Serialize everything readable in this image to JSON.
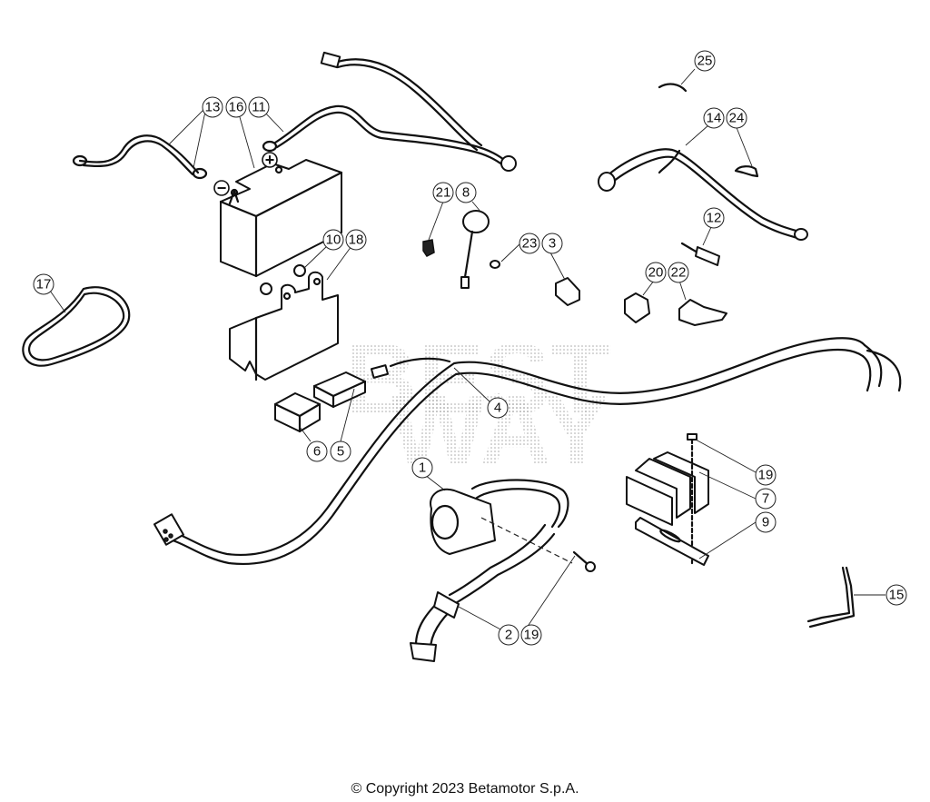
{
  "diagram": {
    "title": "Electrical system exploded view",
    "watermark": [
      "BEST",
      "WAY"
    ],
    "battery_signs": {
      "positive": "+",
      "negative": "−"
    },
    "callouts": [
      {
        "id": "c1",
        "label": "1"
      },
      {
        "id": "c2",
        "label": "2"
      },
      {
        "id": "c3",
        "label": "3"
      },
      {
        "id": "c4",
        "label": "4"
      },
      {
        "id": "c5",
        "label": "5"
      },
      {
        "id": "c6",
        "label": "6"
      },
      {
        "id": "c7",
        "label": "7"
      },
      {
        "id": "c8",
        "label": "8"
      },
      {
        "id": "c9",
        "label": "9"
      },
      {
        "id": "c10",
        "label": "10"
      },
      {
        "id": "c11",
        "label": "11"
      },
      {
        "id": "c12",
        "label": "12"
      },
      {
        "id": "c13",
        "label": "13"
      },
      {
        "id": "c14",
        "label": "14"
      },
      {
        "id": "c15",
        "label": "15"
      },
      {
        "id": "c16",
        "label": "16"
      },
      {
        "id": "c17",
        "label": "17"
      },
      {
        "id": "c18",
        "label": "18"
      },
      {
        "id": "c19a",
        "label": "19"
      },
      {
        "id": "c19b",
        "label": "19"
      },
      {
        "id": "c20",
        "label": "20"
      },
      {
        "id": "c21",
        "label": "21"
      },
      {
        "id": "c22",
        "label": "22"
      },
      {
        "id": "c23",
        "label": "23"
      },
      {
        "id": "c24",
        "label": "24"
      },
      {
        "id": "c25",
        "label": "25"
      }
    ]
  },
  "footer": {
    "copyright": "© Copyright 2023 Betamotor S.p.A."
  }
}
